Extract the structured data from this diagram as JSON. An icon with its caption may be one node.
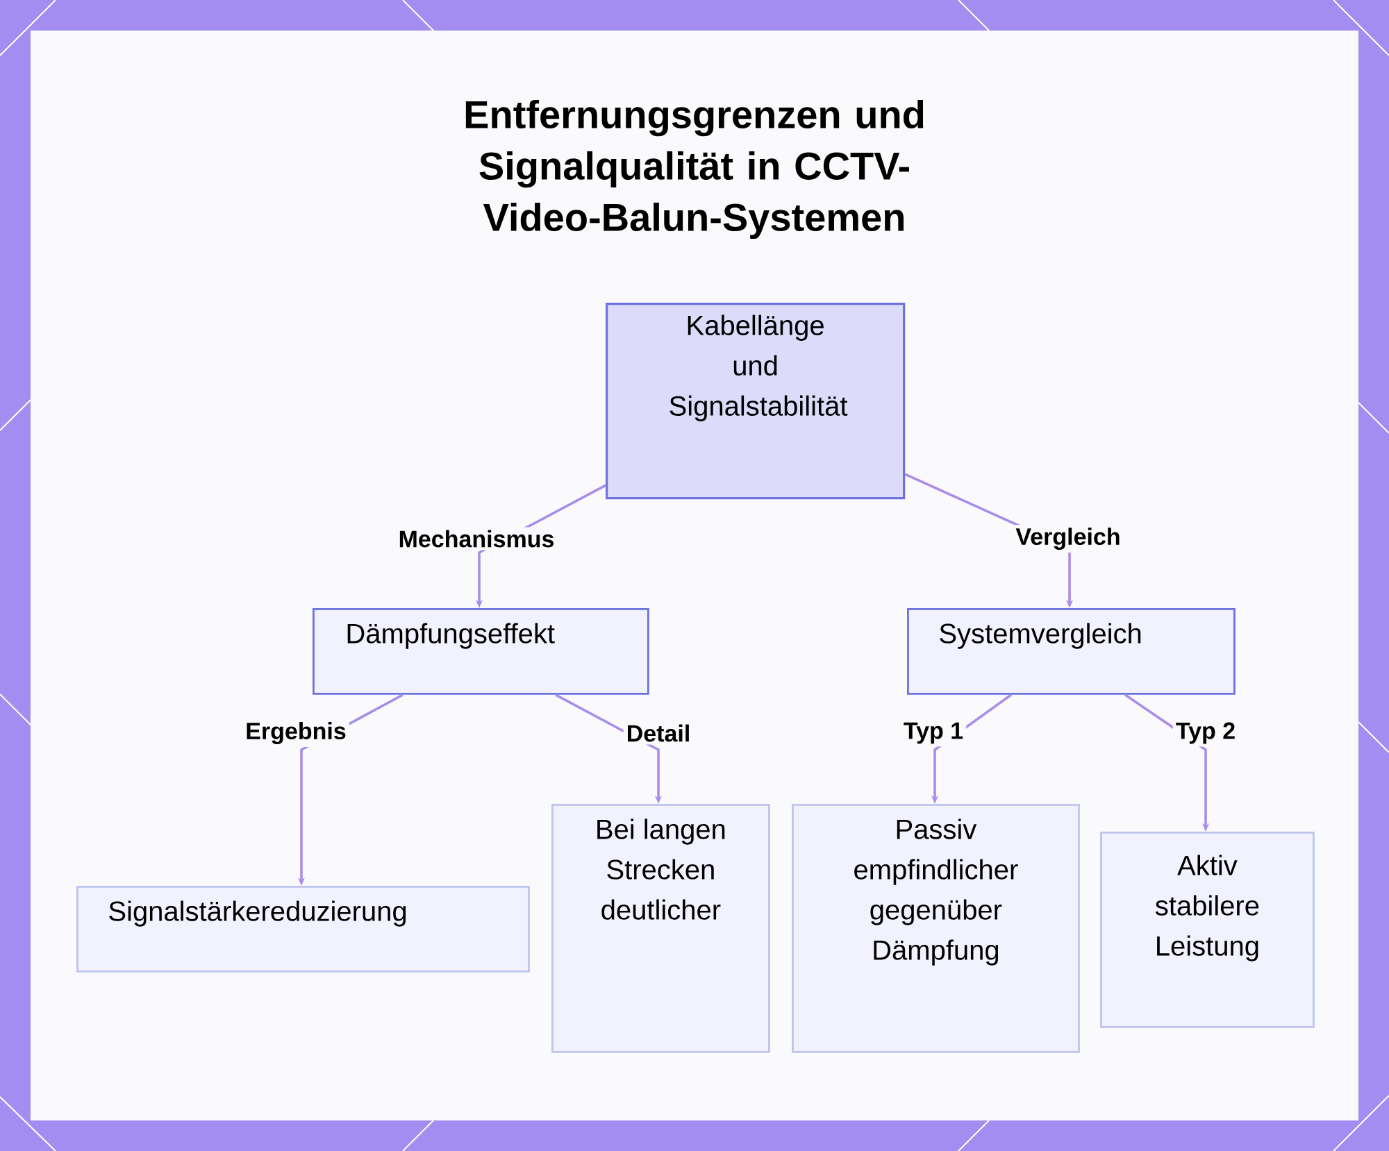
{
  "diagram": {
    "title": "Entfernungsgrenzen und Signalqualität in CCTV-Video-Balun-Systemen",
    "nodes": [
      {
        "text": [
          "Kabellänge und Signalstabilität"
        ]
      },
      {
        "text": [
          "Dämpfungseffekt"
        ]
      },
      {
        "text": [
          "Systemvergleich"
        ]
      },
      {
        "text": [
          "Signalstärkereduzierung"
        ]
      },
      {
        "text": [
          "Bei langen Strecken deutlicher"
        ]
      },
      {
        "text": [
          "Passiv empfindlicher gegenüber Dämpfung"
        ]
      },
      {
        "text": [
          "Aktiv stabilere Leistung"
        ]
      }
    ],
    "edges": [
      {
        "from": 0,
        "to": 1,
        "arrow": "to",
        "label": "Mechanismus"
      },
      {
        "from": 0,
        "to": 2,
        "arrow": "to",
        "label": "Vergleich"
      },
      {
        "from": 1,
        "to": 3,
        "arrow": "to",
        "label": "Ergebnis"
      },
      {
        "from": 1,
        "to": 4,
        "arrow": "to",
        "label": "Detail"
      },
      {
        "from": 2,
        "to": 5,
        "arrow": "to",
        "label": "Typ 1"
      },
      {
        "from": 2,
        "to": 6,
        "arrow": "to",
        "label": "Typ 2"
      }
    ]
  }
}
